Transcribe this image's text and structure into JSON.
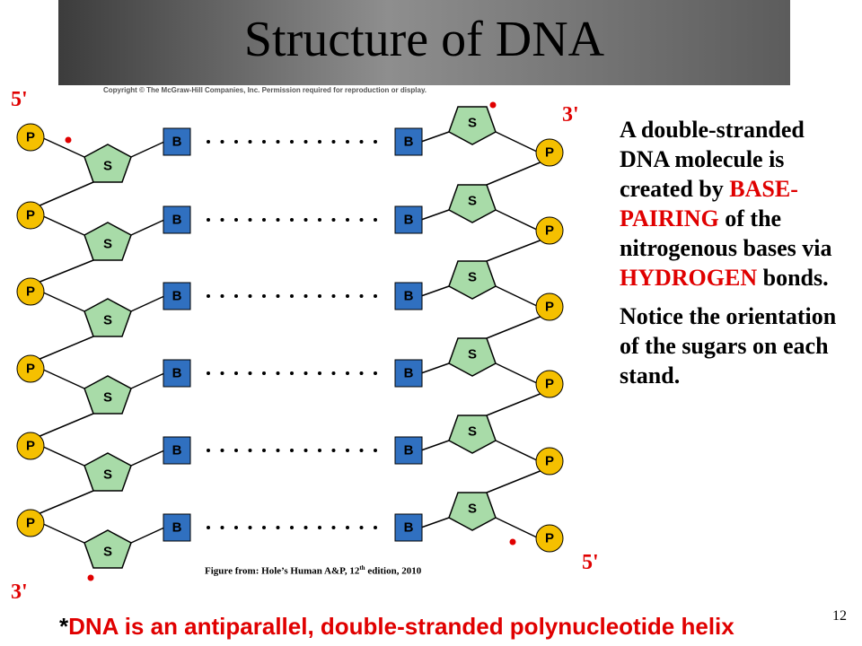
{
  "slide": {
    "title": "Structure of DNA",
    "copyright": "Copyright © The McGraw-Hill Companies, Inc. Permission required for reproduction or display.",
    "labels": {
      "left_top": "5'",
      "right_top": "3'",
      "left_bottom": "3'",
      "right_bottom": "5'"
    },
    "figure_symbols": {
      "phosphate": "P",
      "sugar": "S",
      "base": "B"
    },
    "caption_prefix": "Figure from: Hole’s Human A&P, 12",
    "caption_sup": "th",
    "caption_suffix": " edition, 2010",
    "side_text": {
      "p1_a": "A double-stranded DNA molecule is created by ",
      "p1_b": "BASE-PAIRING",
      "p1_c": " of the nitrogenous bases via ",
      "p1_d": "HYDROGEN",
      "p1_e": " bonds.",
      "p2": "Notice the orientation of the sugars on each stand."
    },
    "footer_star": "*",
    "footer_text": "DNA is an antiparallel, double-stranded polynucleotide helix",
    "page_number": "12",
    "colors": {
      "phosphate": "#f5c000",
      "sugar": "#a8dba8",
      "base": "#3070c0",
      "accent_red": "#e00000"
    }
  }
}
